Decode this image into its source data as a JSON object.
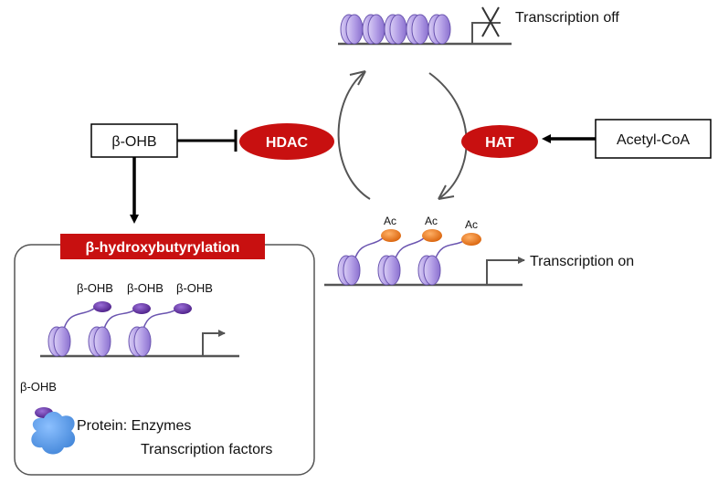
{
  "labels": {
    "transcription_off": "Transcription off",
    "transcription_on": "Transcription on",
    "hdac": "HDAC",
    "hat": "HAT",
    "bohb_source": "β-OHB",
    "acetyl_coa": "Acetyl-CoA",
    "banner": "β-hydroxybutyrylation",
    "ac": "Ac",
    "bohb_mark": "β-OHB",
    "bohb_protein": "β-OHB",
    "protein_line1": "Protein: Enzymes",
    "protein_line2": "Transcription factors"
  },
  "colors": {
    "nucleosome": "#b9a6e6",
    "nucleosome_dark": "#7b62c4",
    "enzyme_red": "#c81010",
    "acetyl_orange": "#e8761a",
    "bohb_purple": "#5a2a9a",
    "protein_blue": "#4a8fe0",
    "line_gray": "#555555",
    "banner_red": "#c81010"
  }
}
